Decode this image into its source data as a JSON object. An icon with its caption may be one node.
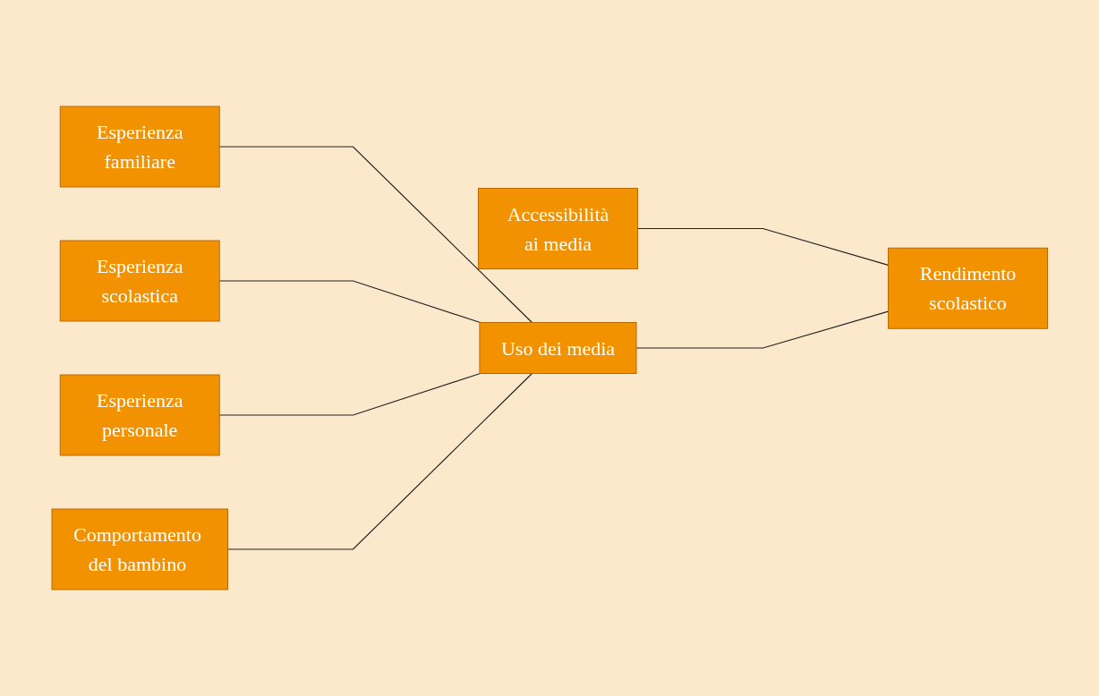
{
  "diagram": {
    "nodes": [
      {
        "text": [
          "Esperienza familiare"
        ]
      },
      {
        "text": [
          "Esperienza scolastica"
        ]
      },
      {
        "text": [
          "Esperienza personale"
        ]
      },
      {
        "text": [
          "Comportamento del bambino"
        ]
      },
      {
        "text": [
          "Accessibilità ai media"
        ]
      },
      {
        "text": [
          "Uso dei media"
        ]
      },
      {
        "text": [
          "Rendimento scolastico"
        ]
      }
    ],
    "edges": [
      {
        "from": 0,
        "to": 5,
        "arrow": "none"
      },
      {
        "from": 1,
        "to": 5,
        "arrow": "none"
      },
      {
        "from": 2,
        "to": 5,
        "arrow": "none"
      },
      {
        "from": 3,
        "to": 5,
        "arrow": "none"
      },
      {
        "from": 4,
        "to": 6,
        "arrow": "none"
      },
      {
        "from": 5,
        "to": 6,
        "arrow": "none"
      }
    ]
  }
}
